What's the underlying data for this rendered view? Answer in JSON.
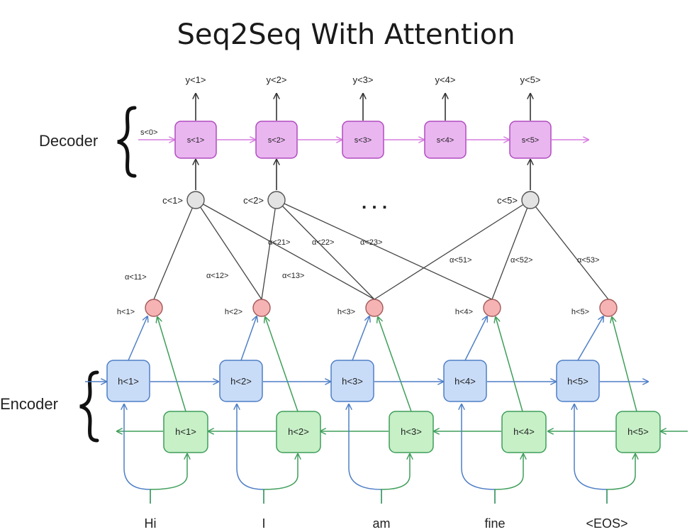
{
  "title": "Seq2Seq With Attention",
  "sections": {
    "decoder": "Decoder",
    "encoder": "Encoder"
  },
  "colors": {
    "decoder_fill": "#eab6f0",
    "decoder_stroke": "#b04cbf",
    "decoder_arrow": "#d77be0",
    "forward_fill": "#c9dcf7",
    "forward_stroke": "#4f7fc6",
    "backward_fill": "#c7f0c7",
    "backward_stroke": "#3f9e5a",
    "hidden_node": "#f6b3b3",
    "context_node": "#e3e3e3",
    "attention_line": "#444444"
  },
  "decoder": {
    "initial_state": "s<0>",
    "outputs": [
      "y<1>",
      "y<2>",
      "y<3>",
      "y<4>",
      "y<5>"
    ],
    "states": [
      "s<1>",
      "s<2>",
      "s<3>",
      "s<4>",
      "s<5>"
    ]
  },
  "context": {
    "nodes": [
      "c<1>",
      "c<2>",
      "c<5>"
    ],
    "ellipsis": ". . ."
  },
  "attention_weights": [
    "α<11>",
    "α<12>",
    "α<13>",
    "α<21>",
    "α<22>",
    "α<23>",
    "α<51>",
    "α<52>",
    "α<53>"
  ],
  "hidden": [
    "h<1>",
    "h<2>",
    "h<3>",
    "h<4>",
    "h<5>"
  ],
  "encoder_forward": [
    "h<1>",
    "h<2>",
    "h<3>",
    "h<4>",
    "h<5>"
  ],
  "encoder_backward": [
    "h<1>",
    "h<2>",
    "h<3>",
    "h<4>",
    "h<5>"
  ],
  "inputs": [
    "Hi",
    "I",
    "am",
    "fine",
    "<EOS>"
  ]
}
